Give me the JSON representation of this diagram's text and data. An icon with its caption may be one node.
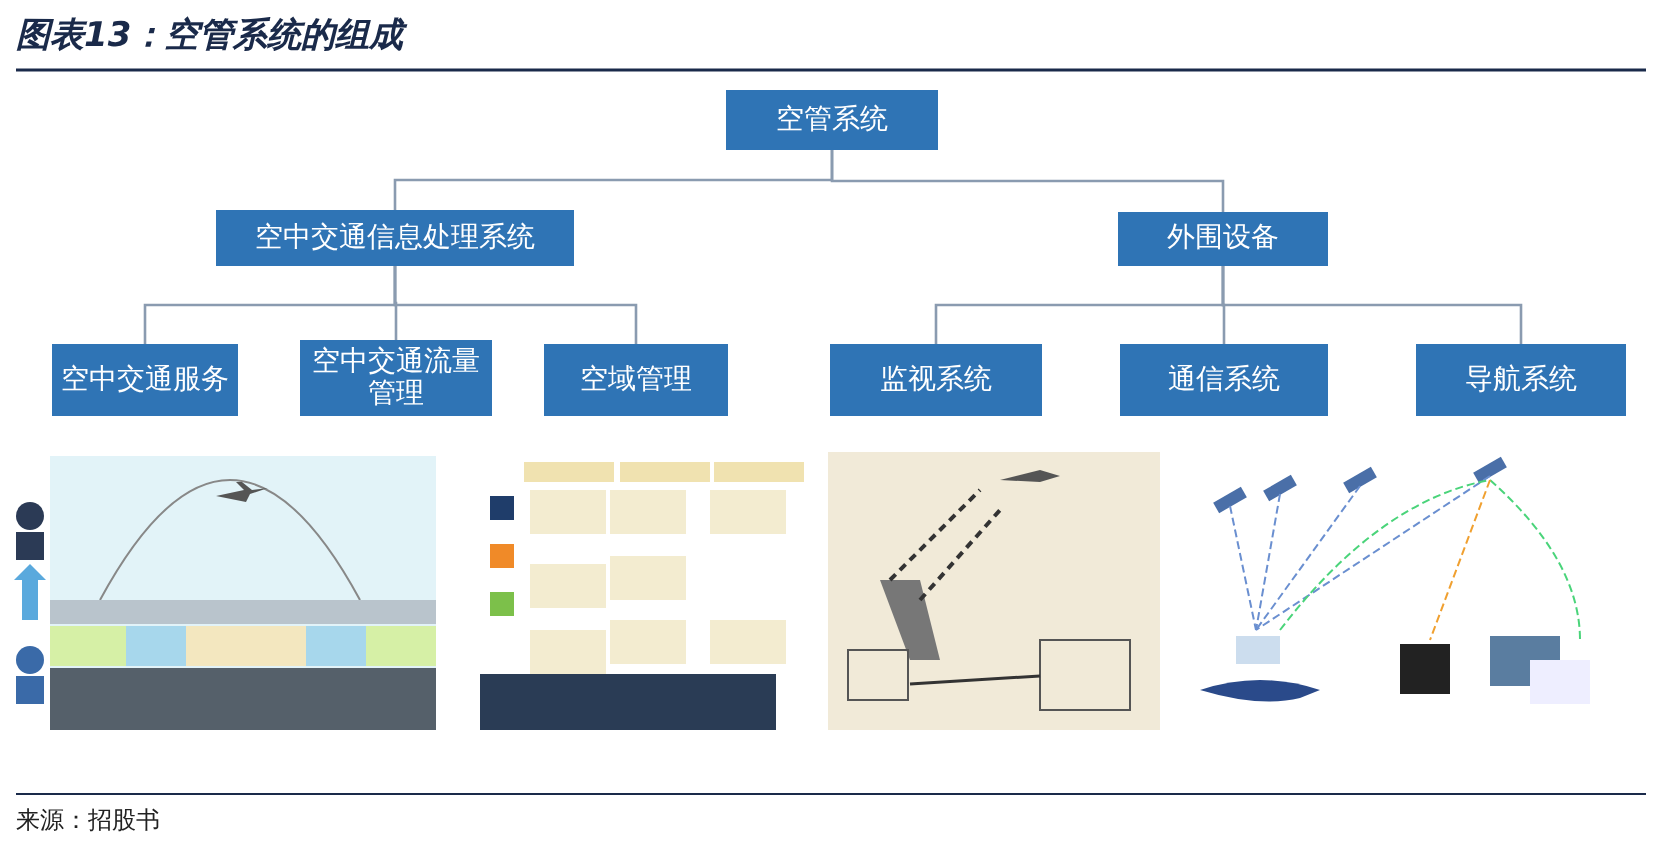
{
  "diagram": {
    "title": "图表13：空管系统的组成",
    "caption": "来源：招股书",
    "nodes": [
      {
        "text": [
          "空管系统"
        ]
      },
      {
        "text": [
          "空中交通信息处理系统"
        ]
      },
      {
        "text": [
          "外围设备"
        ]
      },
      {
        "text": [
          "空中交通服务"
        ]
      },
      {
        "text": [
          "空中交通流量管理"
        ]
      },
      {
        "text": [
          "空域管理"
        ]
      },
      {
        "text": [
          "监视系统"
        ]
      },
      {
        "text": [
          "通信系统"
        ]
      },
      {
        "text": [
          "导航系统"
        ]
      }
    ],
    "edges": [
      {
        "from": 0,
        "to": 1,
        "arrow": "none"
      },
      {
        "from": 0,
        "to": 2,
        "arrow": "none"
      },
      {
        "from": 1,
        "to": 3,
        "arrow": "none"
      },
      {
        "from": 1,
        "to": 4,
        "arrow": "none"
      },
      {
        "from": 1,
        "to": 5,
        "arrow": "none"
      },
      {
        "from": 2,
        "to": 6,
        "arrow": "none"
      },
      {
        "from": 2,
        "to": 7,
        "arrow": "none"
      },
      {
        "from": 2,
        "to": 8,
        "arrow": "none"
      }
    ]
  }
}
